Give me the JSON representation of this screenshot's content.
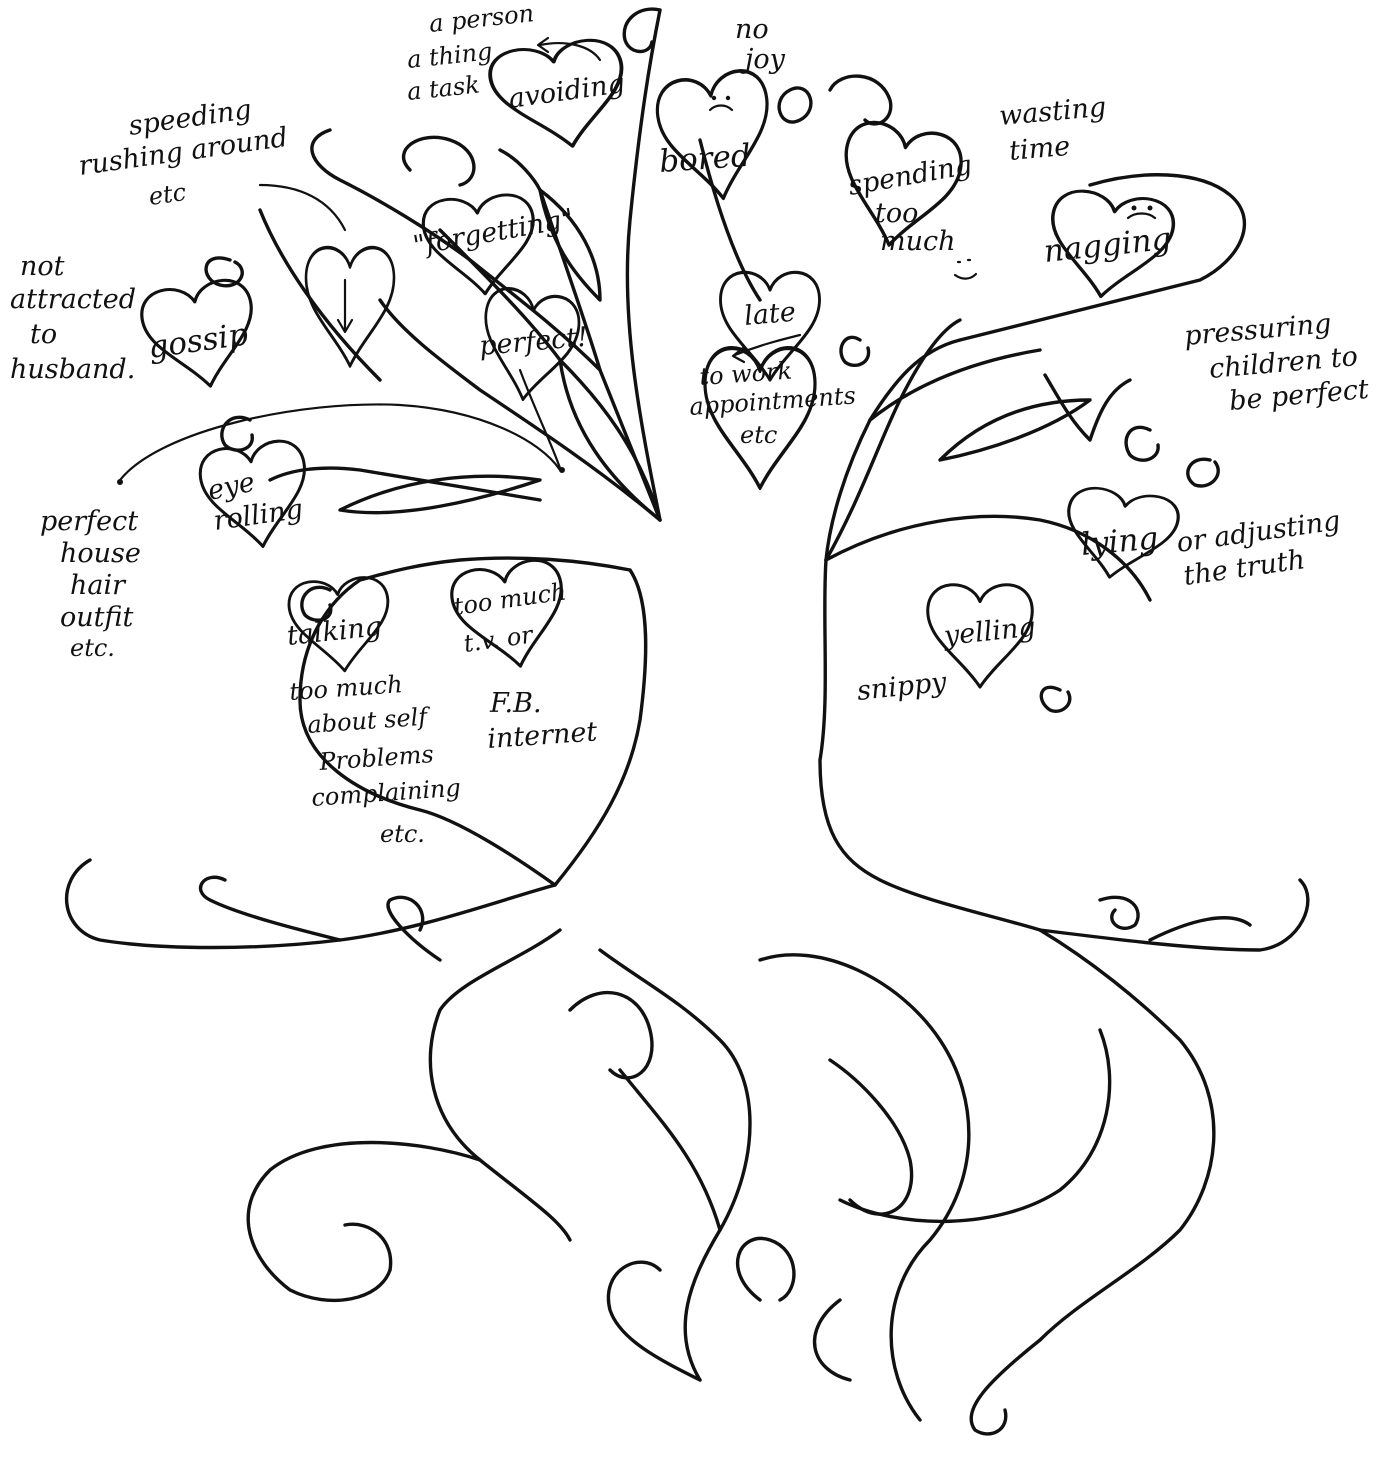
{
  "colors": {
    "ink": "#111111",
    "paper": "#ffffff"
  },
  "labels": {
    "avoiding": "avoiding",
    "a_person": "a person",
    "a_thing": "a thing",
    "a_task": "a task",
    "no": "no",
    "joy": "joy",
    "bored": "bored",
    "wasting": "wasting",
    "time": "time",
    "spending": "spending",
    "too": "too",
    "much": "much",
    "nagging": "nagging",
    "speeding": "speeding",
    "rushing_around": "rushing around",
    "etc": "etc",
    "forgetting": "\"forgetting\"",
    "not": "not",
    "attracted": "attracted",
    "to": "to",
    "husband": "husband.",
    "gossip": "gossip",
    "perfect_excl": "perfect!",
    "late": "late",
    "to_work": "to work",
    "appointments": "appointments",
    "etc2": "etc",
    "pressuring": "pressuring",
    "children_to": "children to",
    "be_perfect": "be perfect",
    "eye": "eye",
    "rolling": "rolling",
    "perfect": "perfect",
    "house": "house",
    "hair": "hair",
    "outfit": "outfit",
    "etc3": "etc.",
    "lying": "lying",
    "or_adjusting": "or adjusting",
    "the_truth": "the truth",
    "talking": "talking",
    "too_much": "too much",
    "about_self": "about self",
    "problems": "Problems",
    "complaining": "complaining",
    "etc4": "etc.",
    "too_much_tv": "too much",
    "tv_or": "t.v. or",
    "fb": "F.B.",
    "internet": "internet",
    "yelling": "yelling",
    "snippy": "snippy"
  }
}
